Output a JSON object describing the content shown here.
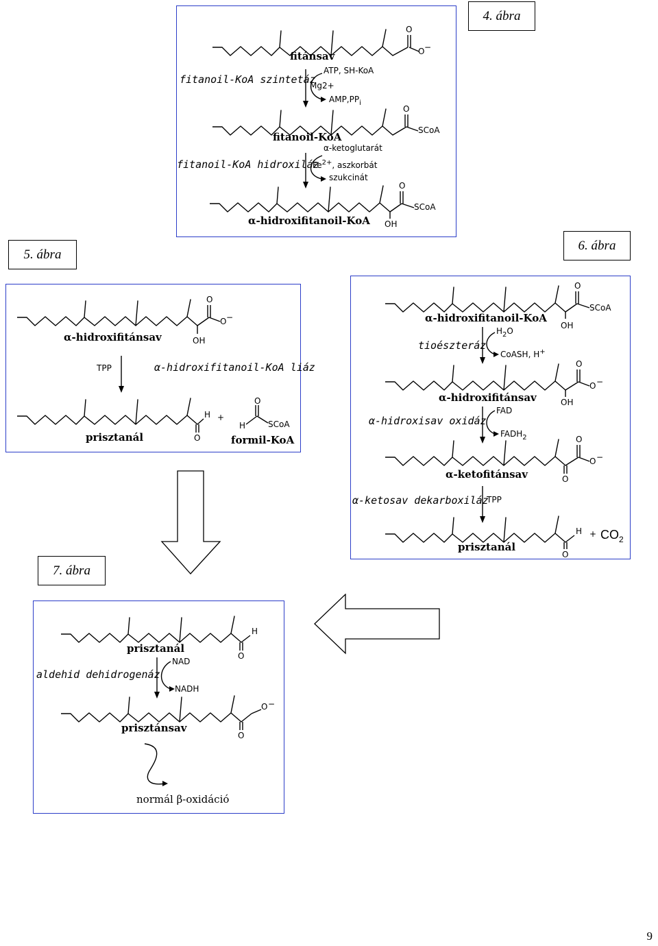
{
  "figure_labels": {
    "fig4": "4. ábra",
    "fig5": "5. ábra",
    "fig6": "6. ábra",
    "fig7": "7. ábra"
  },
  "fig4": {
    "compounds": [
      "fitánsav",
      "fitanoil-KoA",
      "α-hidroxifitanoil-KoA"
    ],
    "enzymes": [
      "fitanoil-KoA szintetáz",
      "fitanoil-KoA hidroxiláz"
    ],
    "reagents_step1": {
      "in": "ATP, SH-KoA",
      "cofactor": "Mg2+",
      "out": "AMP,PP",
      "out_sub": "i"
    },
    "reagents_step2": {
      "in": "α-ketoglutarát",
      "cofactor": "Fe",
      "cofactor_sup": "2+",
      "extra": ", aszkorbát",
      "out": "szukcinát"
    }
  },
  "fig5": {
    "compounds": [
      "α-hidroxifitánsav",
      "prisztanál",
      "formil-KoA"
    ],
    "enzyme": "α-hidroxifitanoil-KoA liáz",
    "cofactor": "TPP"
  },
  "fig6": {
    "compounds": [
      "α-hidroxifitanoil-KoA",
      "α-hidroxifitánsav",
      "α-ketofitánsav",
      "prisztanál"
    ],
    "enzymes": [
      "tioészteráz",
      "α-hidroxisav oxidáz",
      "α-ketosav dekarboxiláz"
    ],
    "reagents_step1": {
      "in": "H",
      "in_sub": "2",
      "in_tail": "O",
      "out": "CoASH, H",
      "out_sup": "+"
    },
    "reagents_step2": {
      "in": "FAD",
      "out": "FADH",
      "out_sub": "2"
    },
    "cofactor_step3": "TPP",
    "coproduct": "CO",
    "coproduct_sub": "2"
  },
  "fig7": {
    "compounds": [
      "prisztanál",
      "prisztánsav"
    ],
    "enzyme": "aldehid dehidrogenáz",
    "reagents": {
      "in": "NAD",
      "out": "NADH"
    },
    "final": "normál β-oxidáció"
  },
  "atoms": {
    "O": "O",
    "OH": "OH",
    "H": "H",
    "SCoA": "SCoA",
    "minus": "−",
    "plus": "+"
  },
  "page_number": "9"
}
